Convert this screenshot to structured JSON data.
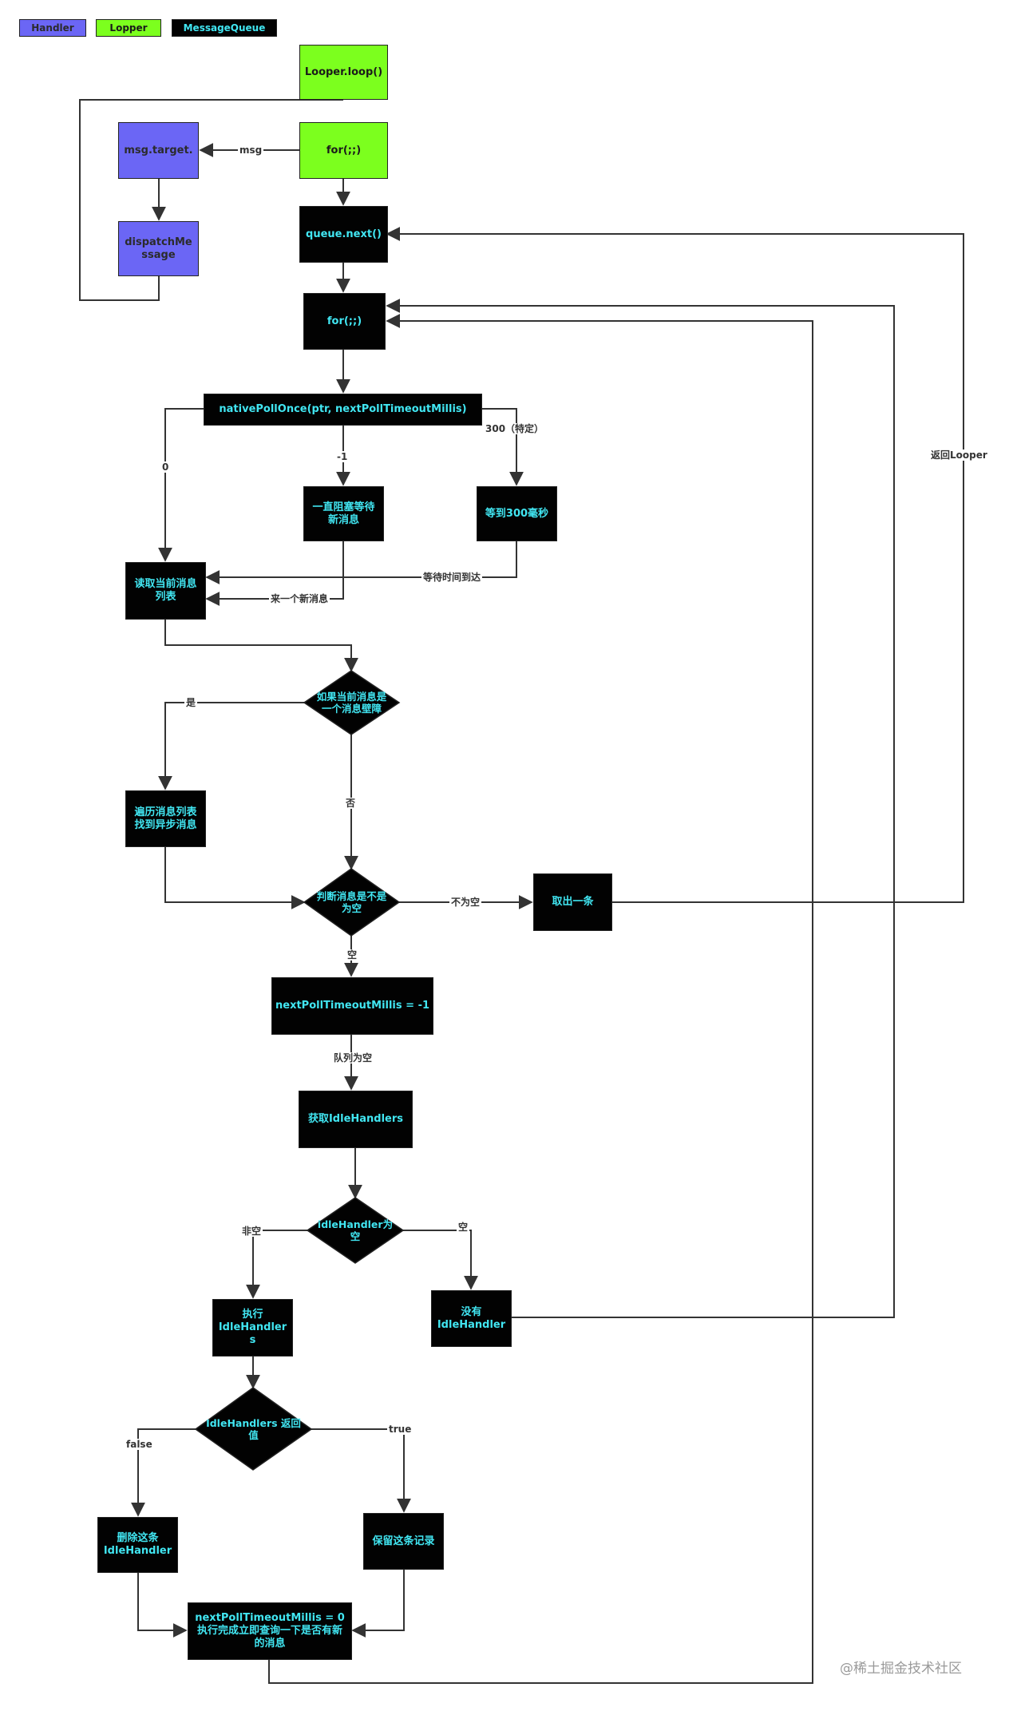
{
  "legend": {
    "handler": "Handler",
    "lopper": "Lopper",
    "message_queue": "MessageQueue"
  },
  "nodes": {
    "looper_loop": "Looper.loop()",
    "for_outer": "for(;;)",
    "msg_target": "msg.target.",
    "dispatch_message": "dispatchMe\nssage",
    "queue_next": "queue.next()",
    "for_inner": "for(;;)",
    "native_poll_once": "nativePollOnce(ptr, nextPollTimeoutMillis)",
    "block_wait": "一直阻塞等待\n新消息",
    "wait_300": "等到300毫秒",
    "read_current": "读取当前消息\n列表",
    "is_barrier": "如果当前消息是\n一个消息壁障",
    "traverse": "遍历消息列表\n找到异步消息",
    "is_empty": "判断消息是不是\n为空",
    "take_one": "取出一条",
    "set_minus_one": "nextPollTimeoutMillis = -1",
    "get_idle": "获取IdleHandlers",
    "idle_empty": "idleHandler为\n空",
    "no_idle": "没有\nIdleHandler",
    "exec_idle": "执行\nIdleHandler\ns",
    "idle_return": "IdleHandlers 返回\n值",
    "delete_record": "删除这条\nIdleHandler",
    "keep_record": "保留这条记录",
    "set_zero": "nextPollTimeoutMillis = 0\n执行完成立即查询一下是否有新\n的消息"
  },
  "edge_labels": {
    "msg": "msg",
    "zero": "0",
    "minus_one": "-1",
    "three_hundred": "300（特定）",
    "return_looper": "返回Looper",
    "wait_arrived": "等待时间到达",
    "new_message": "来一个新消息",
    "yes": "是",
    "no": "否",
    "not_empty": "不为空",
    "empty": "空",
    "queue_empty": "队列为空",
    "non_empty": "非空",
    "empty2": "空",
    "false": "false",
    "true": "true"
  },
  "watermark": "@稀土掘金技术社区",
  "colors": {
    "handler": "#6b66f5",
    "lopper": "#7cff1e",
    "message_queue": "#020202",
    "node_text": "#41e6f2",
    "line": "#333333"
  }
}
